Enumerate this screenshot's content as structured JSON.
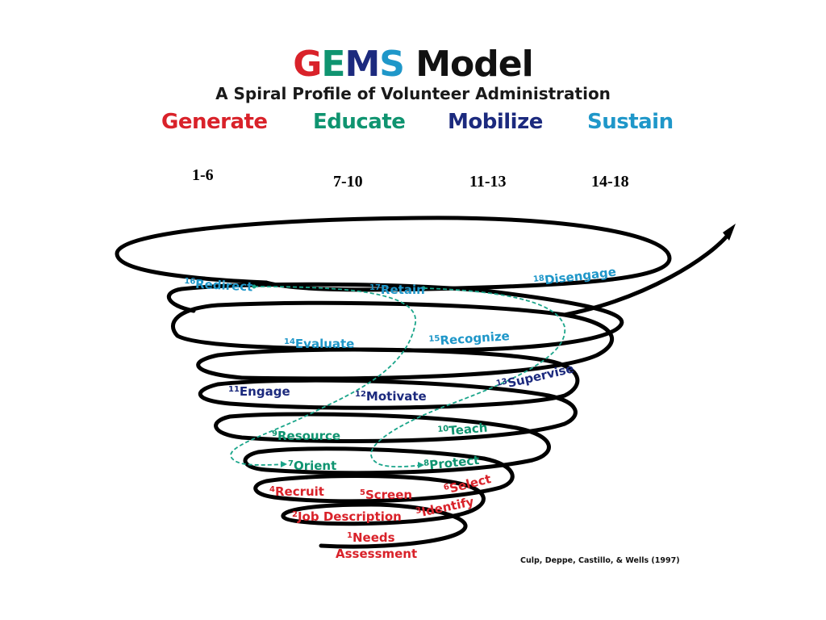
{
  "title": {
    "letters": [
      {
        "text": "G",
        "color": "#d9222a"
      },
      {
        "text": "E",
        "color": "#0f9470"
      },
      {
        "text": "M",
        "color": "#1c2a7e"
      },
      {
        "text": "S",
        "color": "#1f97c9"
      },
      {
        "text": " Model",
        "color": "#111111"
      }
    ]
  },
  "subtitle": "A Spiral Profile of Volunteer Administration",
  "phases": [
    {
      "label": "Generate",
      "color": "#d9222a"
    },
    {
      "label": "Educate",
      "color": "#0f9470"
    },
    {
      "label": "Mobilize",
      "color": "#1c2a7e"
    },
    {
      "label": "Sustain",
      "color": "#1f97c9"
    }
  ],
  "ranges": [
    "1-6",
    "7-10",
    "11-13",
    "14-18"
  ],
  "steps": [
    {
      "num": "1",
      "label": "Needs",
      "color": "#d9222a"
    },
    {
      "num": "",
      "label": "Assessment",
      "color": "#d9222a"
    },
    {
      "num": "2",
      "label": "Job Description",
      "color": "#d9222a"
    },
    {
      "num": "3",
      "label": "Identify",
      "color": "#d9222a"
    },
    {
      "num": "4",
      "label": "Recruit",
      "color": "#d9222a"
    },
    {
      "num": "5",
      "label": "Screen",
      "color": "#d9222a"
    },
    {
      "num": "6",
      "label": "Select",
      "color": "#d9222a"
    },
    {
      "num": "7",
      "label": "Orient",
      "color": "#0f9470"
    },
    {
      "num": "8",
      "label": "Protect",
      "color": "#0f9470"
    },
    {
      "num": "9",
      "label": "Resource",
      "color": "#0f9470"
    },
    {
      "num": "10",
      "label": "Teach",
      "color": "#0f9470"
    },
    {
      "num": "11",
      "label": "Engage",
      "color": "#1c2a7e"
    },
    {
      "num": "12",
      "label": "Motivate",
      "color": "#1c2a7e"
    },
    {
      "num": "13",
      "label": "Supervise",
      "color": "#1c2a7e"
    },
    {
      "num": "14",
      "label": "Evaluate",
      "color": "#1f97c9"
    },
    {
      "num": "15",
      "label": "Recognize",
      "color": "#1f97c9"
    },
    {
      "num": "16",
      "label": "Redirect",
      "color": "#1f97c9"
    },
    {
      "num": "17",
      "label": "Retain",
      "color": "#1f97c9"
    },
    {
      "num": "18",
      "label": "Disengage",
      "color": "#1f97c9"
    }
  ],
  "credit": "Culp, Deppe, Castillo, & Wells (1997)",
  "colors": {
    "spiral": "#000000",
    "dashed": "#1aa58a"
  }
}
